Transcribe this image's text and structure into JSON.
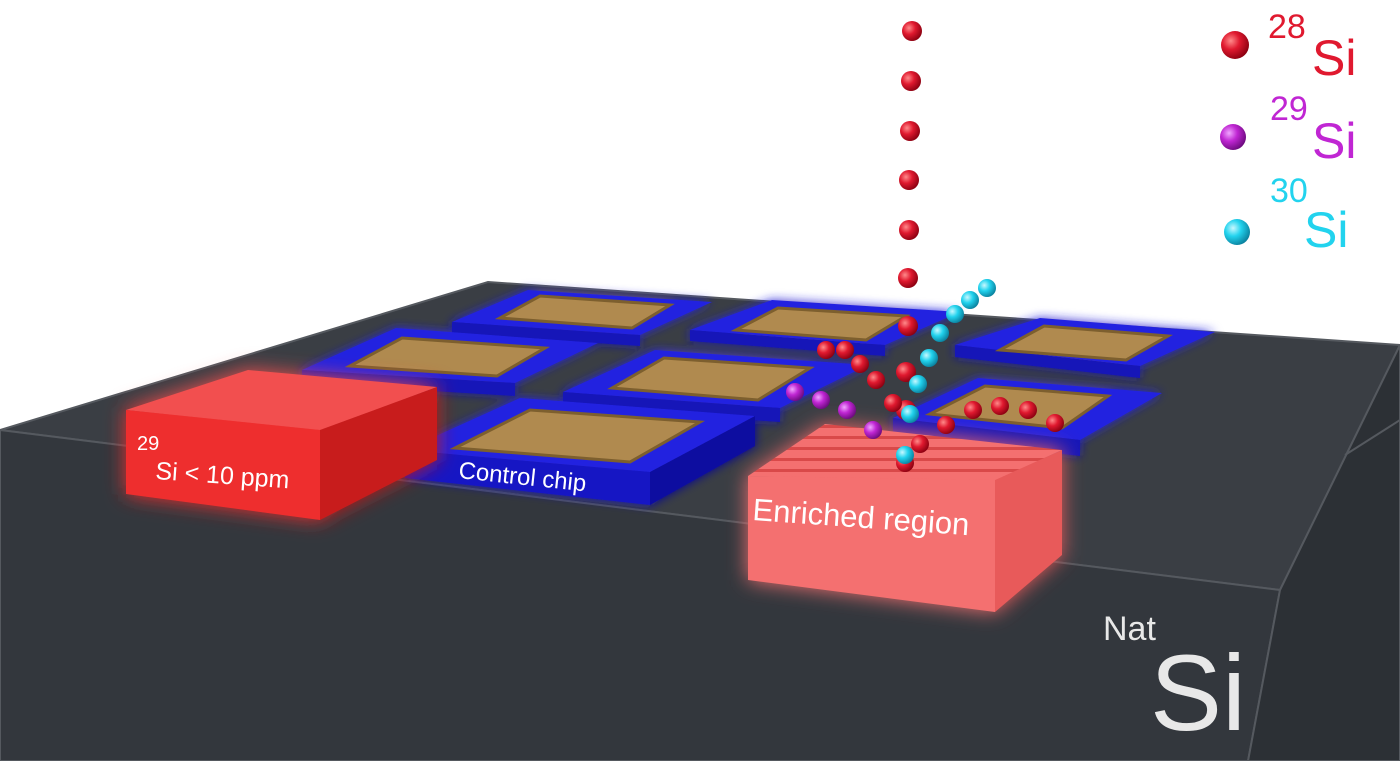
{
  "legend": {
    "items": [
      {
        "mass": "28",
        "symbol": "Si",
        "color": "#e0192f"
      },
      {
        "mass": "29",
        "symbol": "Si",
        "color": "#c026d3"
      },
      {
        "mass": "30",
        "symbol": "Si",
        "color": "#22d3ee"
      }
    ]
  },
  "labels": {
    "low_29si_superscript": "29",
    "low_29si_text": "Si < 10 ppm",
    "control_chip": "Control chip",
    "enriched_region": "Enriched region",
    "substrate_superscript": "Nat",
    "substrate_symbol": "Si"
  },
  "colors": {
    "substrate_top": "#3b3f45",
    "substrate_front": "#34383e",
    "chip_blue": "#1a1ad6",
    "pad_gold": "#b08a4f",
    "red_block": "#ee2f2f",
    "enriched_block": "#f47070",
    "text_white": "#ffffff",
    "substrate_text": "#e8e8e8"
  }
}
